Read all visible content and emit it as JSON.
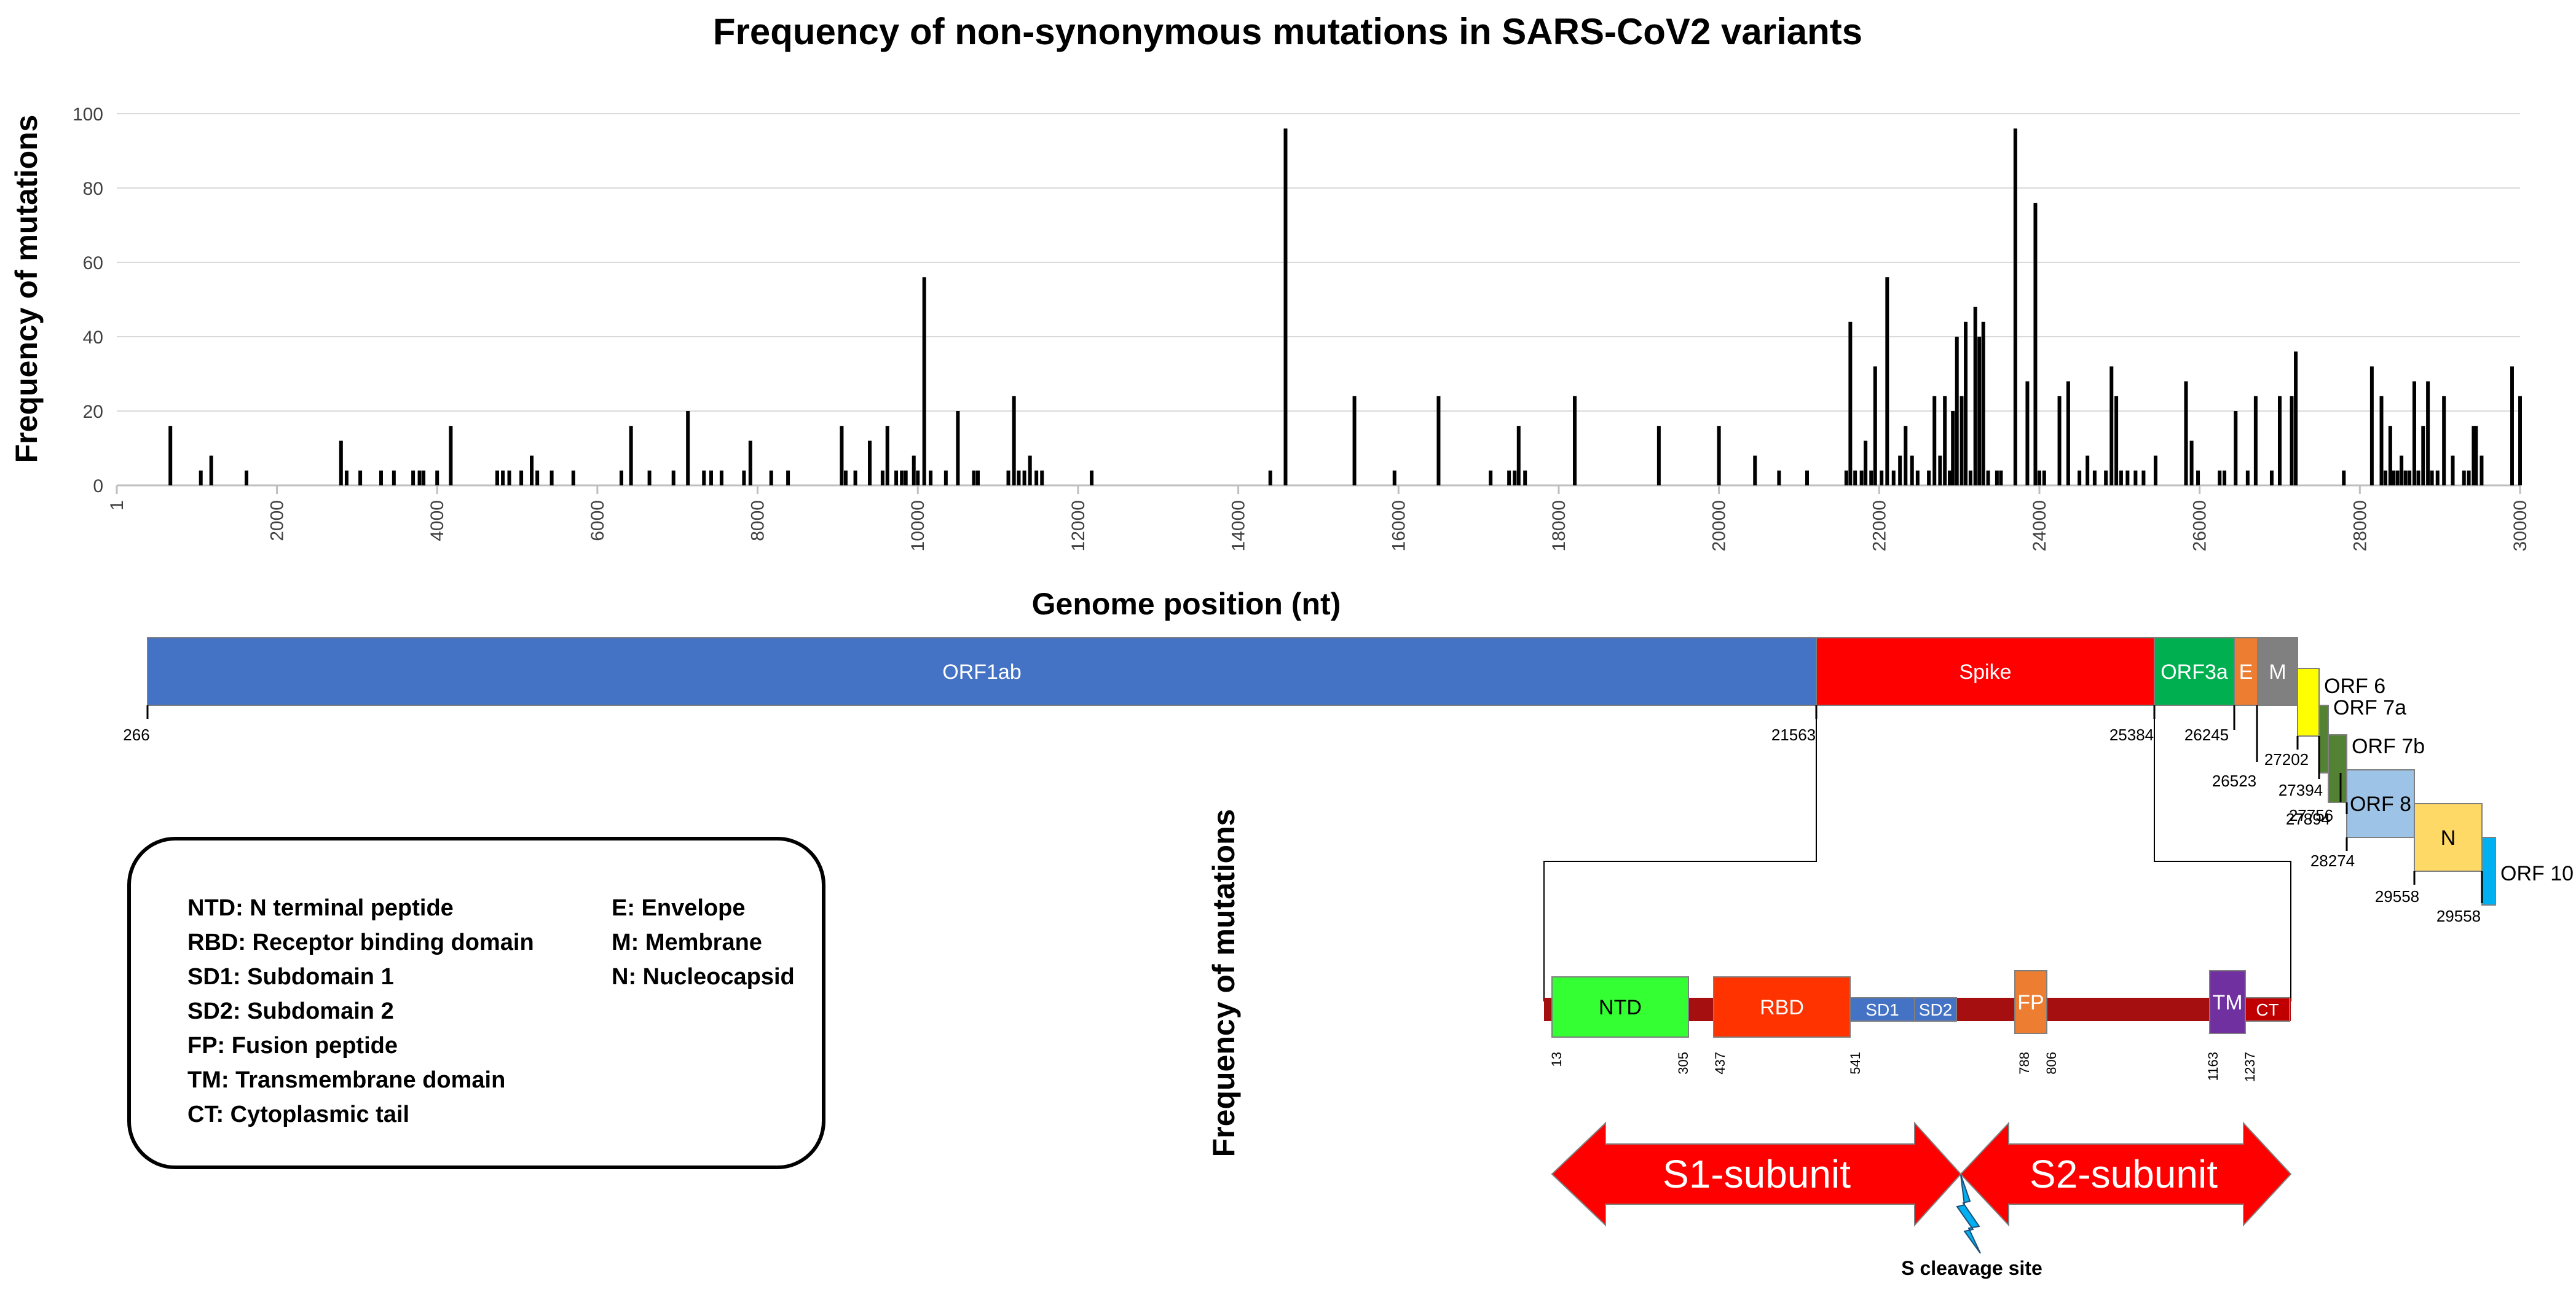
{
  "chart_data": {
    "type": "bar",
    "title": "Frequency of non-synonymous mutations in SARS-CoV2 variants",
    "xlabel": "Genome position (nt)",
    "ylabel": "Frequency of mutations",
    "xlim": [
      1,
      30000
    ],
    "ylim": [
      0,
      100
    ],
    "x_ticks": [
      "1",
      "2000",
      "4000",
      "6000",
      "8000",
      "10000",
      "12000",
      "14000",
      "16000",
      "18000",
      "20000",
      "22000",
      "24000",
      "26000",
      "28000",
      "30000"
    ],
    "x_tick_values": [
      1,
      2000,
      4000,
      6000,
      8000,
      10000,
      12000,
      14000,
      16000,
      18000,
      20000,
      22000,
      24000,
      26000,
      28000,
      30000
    ],
    "y_ticks": [
      "0",
      "20",
      "40",
      "60",
      "80",
      "100"
    ],
    "y_tick_values": [
      0,
      20,
      40,
      60,
      80,
      100
    ],
    "grid": "horizontal",
    "points": [
      {
        "x": 670,
        "y": 16
      },
      {
        "x": 1050,
        "y": 4
      },
      {
        "x": 1180,
        "y": 8
      },
      {
        "x": 1620,
        "y": 4
      },
      {
        "x": 2800,
        "y": 12
      },
      {
        "x": 2870,
        "y": 4
      },
      {
        "x": 3040,
        "y": 4
      },
      {
        "x": 3300,
        "y": 4
      },
      {
        "x": 3460,
        "y": 4
      },
      {
        "x": 3700,
        "y": 4
      },
      {
        "x": 3780,
        "y": 4
      },
      {
        "x": 3830,
        "y": 4
      },
      {
        "x": 4000,
        "y": 4
      },
      {
        "x": 4170,
        "y": 16
      },
      {
        "x": 4750,
        "y": 4
      },
      {
        "x": 4820,
        "y": 4
      },
      {
        "x": 4900,
        "y": 4
      },
      {
        "x": 5050,
        "y": 4
      },
      {
        "x": 5180,
        "y": 8
      },
      {
        "x": 5250,
        "y": 4
      },
      {
        "x": 5430,
        "y": 4
      },
      {
        "x": 5700,
        "y": 4
      },
      {
        "x": 6300,
        "y": 4
      },
      {
        "x": 6420,
        "y": 16
      },
      {
        "x": 6650,
        "y": 4
      },
      {
        "x": 6950,
        "y": 4
      },
      {
        "x": 7130,
        "y": 20
      },
      {
        "x": 7330,
        "y": 4
      },
      {
        "x": 7420,
        "y": 4
      },
      {
        "x": 7550,
        "y": 4
      },
      {
        "x": 7830,
        "y": 4
      },
      {
        "x": 7910,
        "y": 12
      },
      {
        "x": 8170,
        "y": 4
      },
      {
        "x": 8380,
        "y": 4
      },
      {
        "x": 9050,
        "y": 16
      },
      {
        "x": 9100,
        "y": 4
      },
      {
        "x": 9220,
        "y": 4
      },
      {
        "x": 9400,
        "y": 12
      },
      {
        "x": 9560,
        "y": 4
      },
      {
        "x": 9620,
        "y": 16
      },
      {
        "x": 9730,
        "y": 4
      },
      {
        "x": 9800,
        "y": 4
      },
      {
        "x": 9850,
        "y": 4
      },
      {
        "x": 9950,
        "y": 8
      },
      {
        "x": 10000,
        "y": 4
      },
      {
        "x": 10080,
        "y": 56
      },
      {
        "x": 10160,
        "y": 4
      },
      {
        "x": 10350,
        "y": 4
      },
      {
        "x": 10500,
        "y": 20
      },
      {
        "x": 10700,
        "y": 4
      },
      {
        "x": 10750,
        "y": 4
      },
      {
        "x": 11130,
        "y": 4
      },
      {
        "x": 11200,
        "y": 24
      },
      {
        "x": 11260,
        "y": 4
      },
      {
        "x": 11330,
        "y": 4
      },
      {
        "x": 11400,
        "y": 8
      },
      {
        "x": 11480,
        "y": 4
      },
      {
        "x": 11550,
        "y": 4
      },
      {
        "x": 12170,
        "y": 4
      },
      {
        "x": 14400,
        "y": 4
      },
      {
        "x": 14590,
        "y": 96
      },
      {
        "x": 15450,
        "y": 24
      },
      {
        "x": 15950,
        "y": 4
      },
      {
        "x": 16500,
        "y": 24
      },
      {
        "x": 17150,
        "y": 4
      },
      {
        "x": 17380,
        "y": 4
      },
      {
        "x": 17450,
        "y": 4
      },
      {
        "x": 17500,
        "y": 16
      },
      {
        "x": 17580,
        "y": 4
      },
      {
        "x": 18200,
        "y": 24
      },
      {
        "x": 19250,
        "y": 16
      },
      {
        "x": 20000,
        "y": 16
      },
      {
        "x": 20450,
        "y": 8
      },
      {
        "x": 20750,
        "y": 4
      },
      {
        "x": 21100,
        "y": 4
      },
      {
        "x": 21590,
        "y": 4
      },
      {
        "x": 21640,
        "y": 44
      },
      {
        "x": 21700,
        "y": 4
      },
      {
        "x": 21780,
        "y": 4
      },
      {
        "x": 21830,
        "y": 12
      },
      {
        "x": 21900,
        "y": 4
      },
      {
        "x": 21950,
        "y": 32
      },
      {
        "x": 22030,
        "y": 4
      },
      {
        "x": 22100,
        "y": 56
      },
      {
        "x": 22180,
        "y": 4
      },
      {
        "x": 22260,
        "y": 8
      },
      {
        "x": 22330,
        "y": 16
      },
      {
        "x": 22410,
        "y": 8
      },
      {
        "x": 22480,
        "y": 4
      },
      {
        "x": 22620,
        "y": 4
      },
      {
        "x": 22690,
        "y": 24
      },
      {
        "x": 22760,
        "y": 8
      },
      {
        "x": 22820,
        "y": 24
      },
      {
        "x": 22880,
        "y": 4
      },
      {
        "x": 22920,
        "y": 20
      },
      {
        "x": 22970,
        "y": 40
      },
      {
        "x": 23030,
        "y": 24
      },
      {
        "x": 23080,
        "y": 44
      },
      {
        "x": 23140,
        "y": 4
      },
      {
        "x": 23200,
        "y": 48
      },
      {
        "x": 23250,
        "y": 40
      },
      {
        "x": 23300,
        "y": 44
      },
      {
        "x": 23360,
        "y": 4
      },
      {
        "x": 23470,
        "y": 4
      },
      {
        "x": 23520,
        "y": 4
      },
      {
        "x": 23700,
        "y": 96
      },
      {
        "x": 23850,
        "y": 28
      },
      {
        "x": 23950,
        "y": 76
      },
      {
        "x": 24000,
        "y": 4
      },
      {
        "x": 24060,
        "y": 4
      },
      {
        "x": 24250,
        "y": 24
      },
      {
        "x": 24360,
        "y": 28
      },
      {
        "x": 24500,
        "y": 4
      },
      {
        "x": 24600,
        "y": 8
      },
      {
        "x": 24690,
        "y": 4
      },
      {
        "x": 24830,
        "y": 4
      },
      {
        "x": 24900,
        "y": 32
      },
      {
        "x": 24960,
        "y": 24
      },
      {
        "x": 25020,
        "y": 4
      },
      {
        "x": 25100,
        "y": 4
      },
      {
        "x": 25200,
        "y": 4
      },
      {
        "x": 25300,
        "y": 4
      },
      {
        "x": 25450,
        "y": 8
      },
      {
        "x": 25830,
        "y": 28
      },
      {
        "x": 25900,
        "y": 12
      },
      {
        "x": 25980,
        "y": 4
      },
      {
        "x": 26250,
        "y": 4
      },
      {
        "x": 26310,
        "y": 4
      },
      {
        "x": 26450,
        "y": 20
      },
      {
        "x": 26600,
        "y": 4
      },
      {
        "x": 26700,
        "y": 24
      },
      {
        "x": 26900,
        "y": 4
      },
      {
        "x": 27000,
        "y": 24
      },
      {
        "x": 27150,
        "y": 24
      },
      {
        "x": 27200,
        "y": 36
      },
      {
        "x": 27800,
        "y": 4
      },
      {
        "x": 28150,
        "y": 32
      },
      {
        "x": 28270,
        "y": 24
      },
      {
        "x": 28320,
        "y": 4
      },
      {
        "x": 28380,
        "y": 16
      },
      {
        "x": 28420,
        "y": 4
      },
      {
        "x": 28470,
        "y": 4
      },
      {
        "x": 28520,
        "y": 8
      },
      {
        "x": 28570,
        "y": 4
      },
      {
        "x": 28620,
        "y": 4
      },
      {
        "x": 28680,
        "y": 28
      },
      {
        "x": 28730,
        "y": 4
      },
      {
        "x": 28790,
        "y": 16
      },
      {
        "x": 28850,
        "y": 28
      },
      {
        "x": 28900,
        "y": 4
      },
      {
        "x": 28970,
        "y": 4
      },
      {
        "x": 29050,
        "y": 24
      },
      {
        "x": 29160,
        "y": 8
      },
      {
        "x": 29300,
        "y": 4
      },
      {
        "x": 29360,
        "y": 4
      },
      {
        "x": 29420,
        "y": 16
      },
      {
        "x": 29450,
        "y": 16
      },
      {
        "x": 29520,
        "y": 8
      },
      {
        "x": 29900,
        "y": 32
      },
      {
        "x": 30000,
        "y": 24
      }
    ]
  },
  "genome_map": {
    "genes": [
      {
        "label": "ORF1ab",
        "color": "#4472C4",
        "start": "266",
        "end": "21563"
      },
      {
        "label": "Spike",
        "color": "#FF0000",
        "start": "",
        "end": "25384"
      },
      {
        "label": "ORF3a",
        "color": "#00B050",
        "start": "",
        "end": "26245"
      },
      {
        "label": "E",
        "color": "#ED7D31",
        "start": "",
        "end": "26523"
      },
      {
        "label": "M",
        "color": "#808080",
        "start": "",
        "end": "27202"
      },
      {
        "label": "ORF 6",
        "color": "#FFFF00",
        "start": "",
        "end": "27394"
      },
      {
        "label": "ORF 7a",
        "color": "#548235",
        "start": "",
        "end": ""
      },
      {
        "label": "ORF 7b",
        "color": "#548235",
        "start": "27756",
        "end": "27894"
      },
      {
        "label": "ORF 8",
        "color": "#9DC3E6",
        "start": "",
        "end": "28274"
      },
      {
        "label": "N",
        "color": "#FFD966",
        "start": "",
        "end": "29558"
      },
      {
        "label": "ORF 10",
        "color": "#00B0F0",
        "start": "",
        "end": ""
      }
    ]
  },
  "legend": {
    "col1": [
      "NTD: N terminal peptide",
      "RBD: Receptor binding domain",
      "SD1: Subdomain 1",
      "SD2: Subdomain 2",
      "FP: Fusion peptide",
      "TM: Transmembrane domain",
      "CT: Cytoplasmic tail"
    ],
    "col2": [
      "E: Envelope",
      "M: Membrane",
      "N: Nucleocapsid"
    ]
  },
  "spike_map": {
    "side_label": "Frequency of mutations",
    "domains": [
      {
        "label": "NTD",
        "color": "#33FF33",
        "start": "13",
        "end": "305"
      },
      {
        "label": "RBD",
        "color": "#FF3300",
        "start": "437",
        "end": "541"
      },
      {
        "label": "SD1",
        "color": "#4472C4",
        "start": "",
        "end": ""
      },
      {
        "label": "SD2",
        "color": "#4472C4",
        "start": "",
        "end": ""
      },
      {
        "label": "FP",
        "color": "#ED7D31",
        "start": "788",
        "end": "806"
      },
      {
        "label": "TM",
        "color": "#7030A0",
        "start": "1163",
        "end": "1237"
      },
      {
        "label": "CT",
        "color": "#C00000",
        "start": "",
        "end": ""
      }
    ],
    "backbone_color": "#A50F0F",
    "subunits": [
      "S1-subunit",
      "S2-subunit"
    ],
    "subunit_color": "#FF0000",
    "cleavage_label": "S cleavage site",
    "cleavage_color": "#00B0F0"
  }
}
